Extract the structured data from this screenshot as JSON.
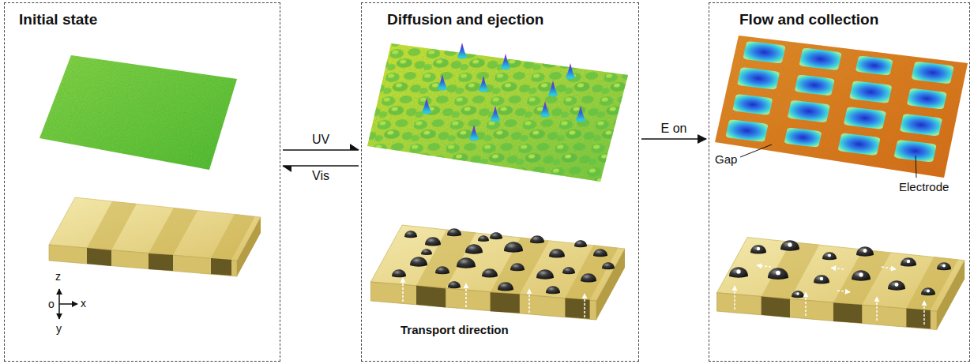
{
  "diagram": {
    "nodes": [
      {
        "text": [
          "Initial state"
        ]
      },
      {
        "text": [
          "Diffusion and ejection"
        ]
      },
      {
        "text": [
          "Flow and collection"
        ]
      }
    ],
    "edges": [
      {
        "from": 0,
        "to": 1,
        "arrow": "to",
        "label": "UV"
      },
      {
        "from": 1,
        "to": 0,
        "arrow": "to",
        "label": "Vis"
      },
      {
        "from": 1,
        "to": 2,
        "arrow": "to",
        "label": "E on"
      }
    ],
    "labels": [
      "z",
      "o",
      "x",
      "y",
      "Transport direction",
      "Gap",
      "Electrode"
    ]
  }
}
